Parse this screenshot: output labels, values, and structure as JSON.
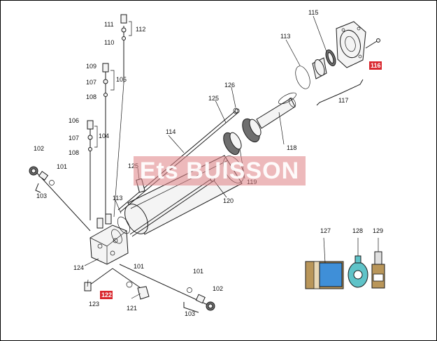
{
  "watermark": {
    "text": "Ets BUISSON"
  },
  "colors": {
    "highlight_label": "#d9272e",
    "watermark_band": "#de8084",
    "legend_blue": "#3f8fd8",
    "legend_teal": "#5fc3c8",
    "legend_brown": "#b9965a"
  },
  "callouts": {
    "c101a": "101",
    "c101b": "101",
    "c101c": "101",
    "c102a": "102",
    "c102b": "102",
    "c103a": "103",
    "c103b": "103",
    "c104": "104",
    "c105": "105",
    "c106": "106",
    "c107a": "107",
    "c107b": "107",
    "c108a": "108",
    "c108b": "108",
    "c109": "109",
    "c110": "110",
    "c111": "111",
    "c112": "112",
    "c113a": "113",
    "c113b": "113",
    "c114": "114",
    "c115": "115",
    "c116": "116",
    "c117": "117",
    "c118": "118",
    "c119": "119",
    "c120": "120",
    "c121": "121",
    "c122": "122",
    "c123": "123",
    "c124": "124",
    "c125a": "125",
    "c125b": "125",
    "c126": "126",
    "c127": "127",
    "c128": "128",
    "c129": "129"
  }
}
